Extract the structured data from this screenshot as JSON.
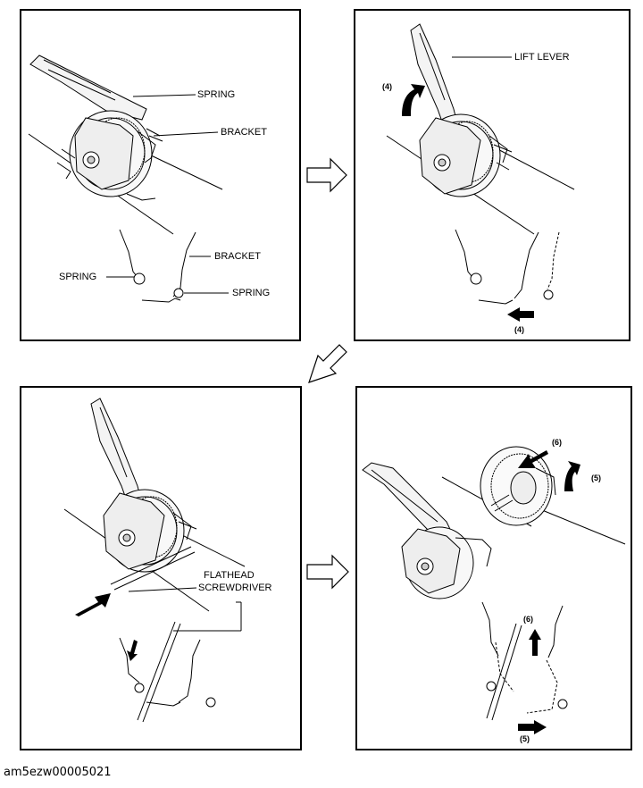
{
  "figure_id": "am5ezw00005021",
  "panel1": {
    "label_spring_top": "SPRING",
    "label_bracket_top": "BRACKET",
    "label_bracket_detail": "BRACKET",
    "label_spring_left": "SPRING",
    "label_spring_right": "SPRING"
  },
  "panel2": {
    "label_lift_lever": "LIFT LEVER",
    "step_upper": "(4)",
    "step_lower": "(4)"
  },
  "panel3": {
    "label_flathead": "FLATHEAD",
    "label_screwdriver": "SCREWDRIVER"
  },
  "panel4": {
    "step_6_top": "(6)",
    "step_5_top": "(5)",
    "step_6_bottom": "(6)",
    "step_5_bottom": "(5)"
  }
}
